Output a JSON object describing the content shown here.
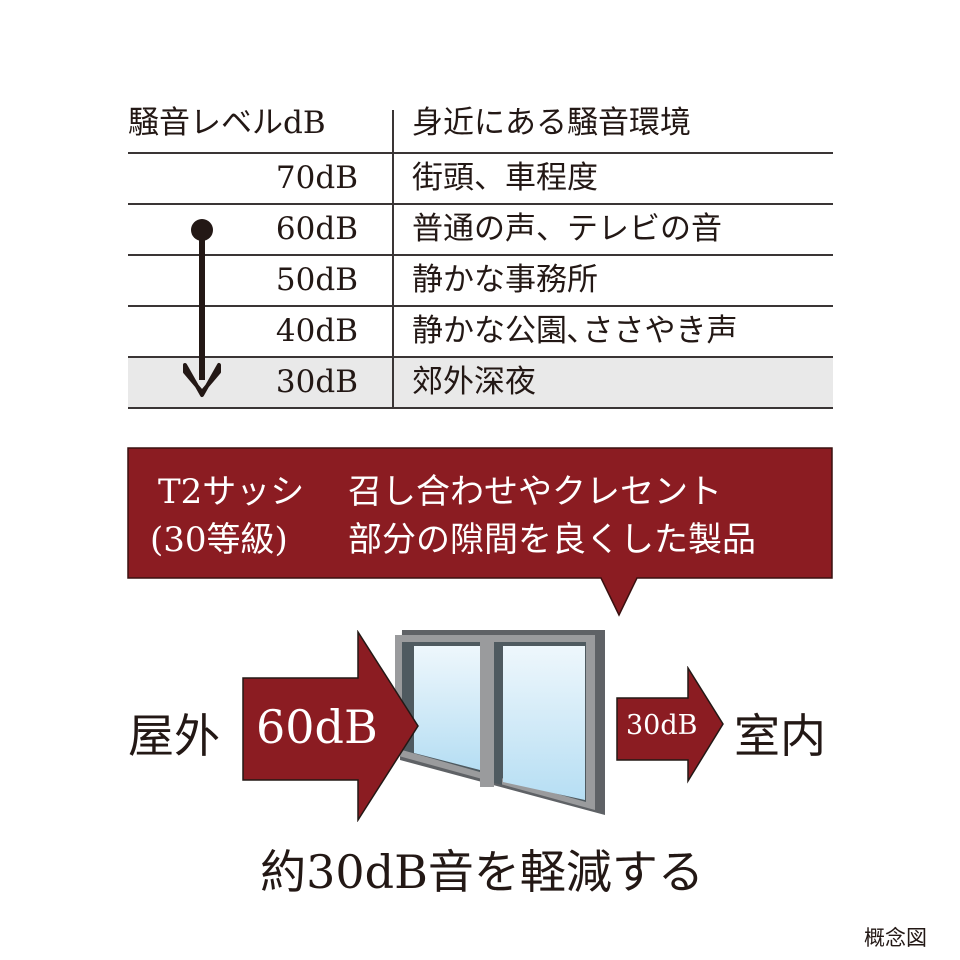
{
  "table": {
    "header_level": "騒音レベルdB",
    "header_env": "身近にある騒音環境",
    "rows": [
      {
        "level": "70dB",
        "env": "街頭、車程度"
      },
      {
        "level": "60dB",
        "env": "普通の声、テレビの音"
      },
      {
        "level": "50dB",
        "env": "静かな事務所"
      },
      {
        "level": "40dB",
        "env": "静かな公園､ささやき声"
      },
      {
        "level": "30dB",
        "env": "郊外深夜"
      }
    ]
  },
  "callout": {
    "product_line1": "T2サッシ",
    "product_line2": "(30等級)",
    "desc_line1": "召し合わせやクレセント",
    "desc_line2": "部分の隙間を良くした製品"
  },
  "diagram": {
    "outside_label": "屋外",
    "outside_level": "60dB",
    "inside_level": "30dB",
    "inside_label": "室内",
    "result": "約30dB音を軽減する"
  },
  "note": "概念図",
  "colors": {
    "accent": "#8b1c22",
    "highlight_row": "#e9e9e9"
  }
}
